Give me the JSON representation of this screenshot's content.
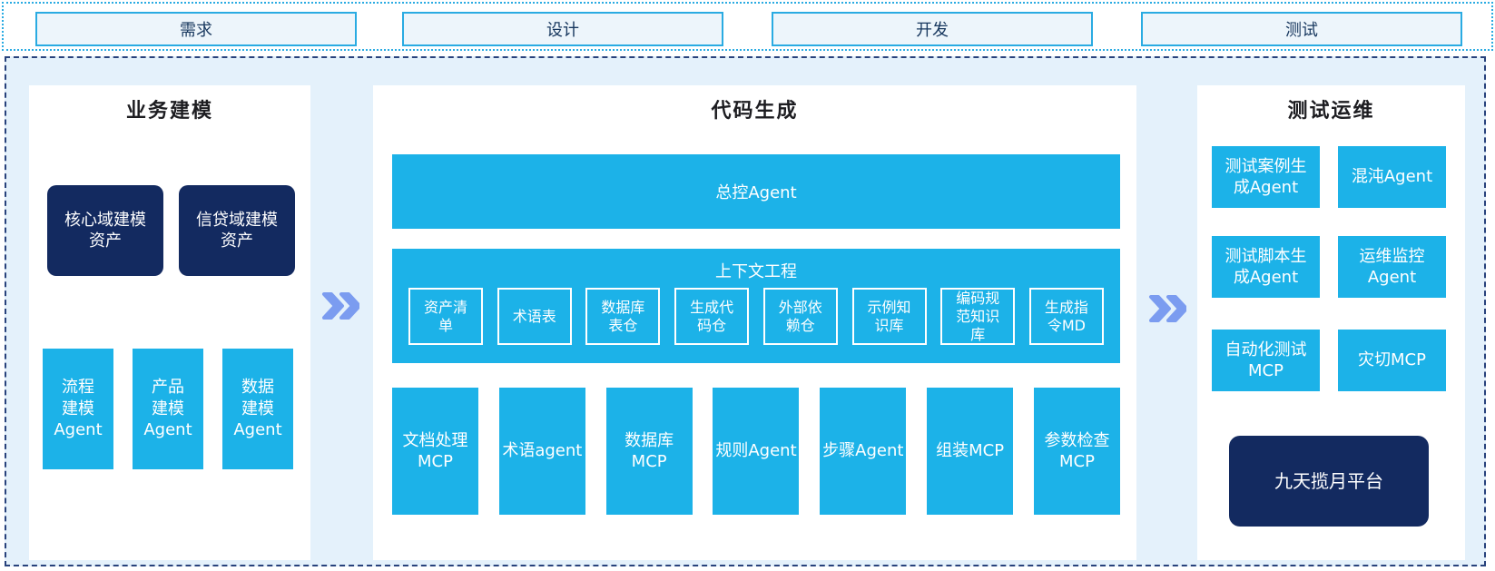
{
  "colors": {
    "cyan": "#1cb2e8",
    "navy": "#132a60",
    "container_bg": "#e4f1fb",
    "panel_bg": "#ffffff",
    "phase_box_bg": "#edf5fb",
    "phase_border": "#2aabe2",
    "dashed_border": "#28427c",
    "chevron": "#7b9cf0",
    "title_text": "#1d1d21",
    "phase_text": "#17375e"
  },
  "phases": [
    {
      "label": "需求"
    },
    {
      "label": "设计"
    },
    {
      "label": "开发"
    },
    {
      "label": "测试"
    }
  ],
  "business_modeling": {
    "title": "业务建模",
    "assets": [
      {
        "label": "核心域建模\n资产"
      },
      {
        "label": "信贷域建模\n资产"
      }
    ],
    "agents": [
      {
        "label": "流程\n建模\nAgent"
      },
      {
        "label": "产品\n建模\nAgent"
      },
      {
        "label": "数据\n建模\nAgent"
      }
    ]
  },
  "code_generation": {
    "title": "代码生成",
    "master_agent": "总控Agent",
    "context_engineering": {
      "title": "上下文工程",
      "items": [
        {
          "label": "资产清\n单"
        },
        {
          "label": "术语表"
        },
        {
          "label": "数据库\n表仓"
        },
        {
          "label": "生成代\n码仓"
        },
        {
          "label": "外部依\n赖仓"
        },
        {
          "label": "示例知\n识库"
        },
        {
          "label": "编码规\n范知识\n库"
        },
        {
          "label": "生成指\n令MD"
        }
      ]
    },
    "tools": [
      {
        "label": "文档处理\nMCP"
      },
      {
        "label": "术语agent"
      },
      {
        "label": "数据库\nMCP"
      },
      {
        "label": "规则Agent"
      },
      {
        "label": "步骤Agent"
      },
      {
        "label": "组装MCP"
      },
      {
        "label": "参数检查\nMCP"
      }
    ]
  },
  "test_ops": {
    "title": "测试运维",
    "boxes": [
      {
        "label": "测试案例生\n成Agent"
      },
      {
        "label": "混沌Agent"
      },
      {
        "label": "测试脚本生\n成Agent"
      },
      {
        "label": "运维监控\nAgent"
      },
      {
        "label": "自动化测试\nMCP"
      },
      {
        "label": "灾切MCP"
      }
    ],
    "platform": "九天揽月平台"
  },
  "arrows": {
    "glyph": "»"
  }
}
